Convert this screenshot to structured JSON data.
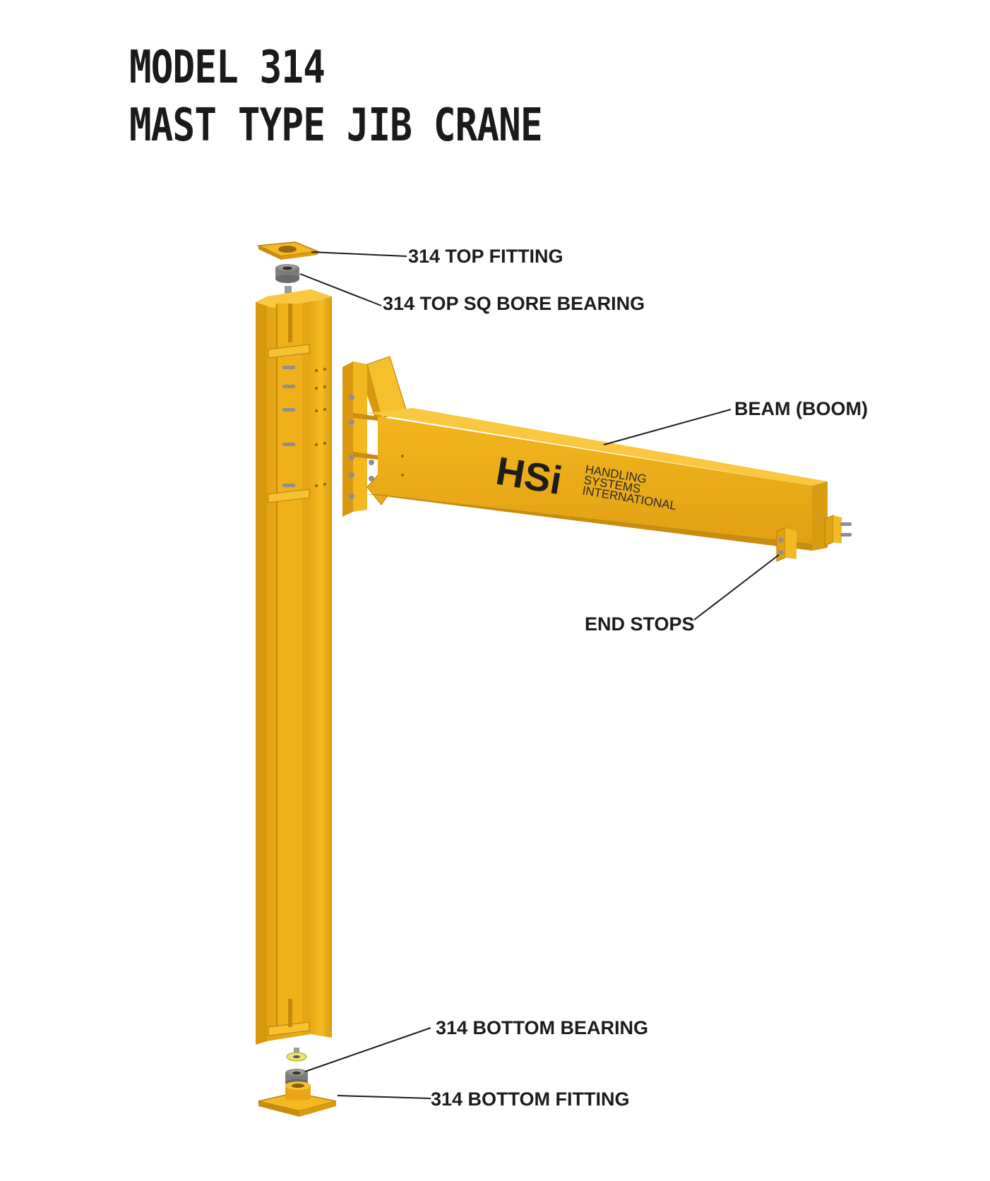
{
  "title": {
    "line1": "MODEL 314",
    "line2": "MAST TYPE JIB CRANE"
  },
  "labels": {
    "top_fitting": "314 TOP FITTING",
    "top_bearing": "314 TOP SQ BORE BEARING",
    "beam": "BEAM (BOOM)",
    "end_stops": "END STOPS",
    "bottom_bearing": "314 BOTTOM BEARING",
    "bottom_fitting": "314 BOTTOM FITTING"
  },
  "brand": {
    "mark": "HSi",
    "line1": "HANDLING",
    "line2": "SYSTEMS",
    "line3": "INTERNATIONAL"
  },
  "colors": {
    "steel_yellow": "#F2B41C",
    "steel_shadow": "#C98C0E",
    "steel_highlight": "#FBD15A",
    "bearing_grey": "#8A8A8A",
    "leader_line": "#1c1c1c"
  }
}
